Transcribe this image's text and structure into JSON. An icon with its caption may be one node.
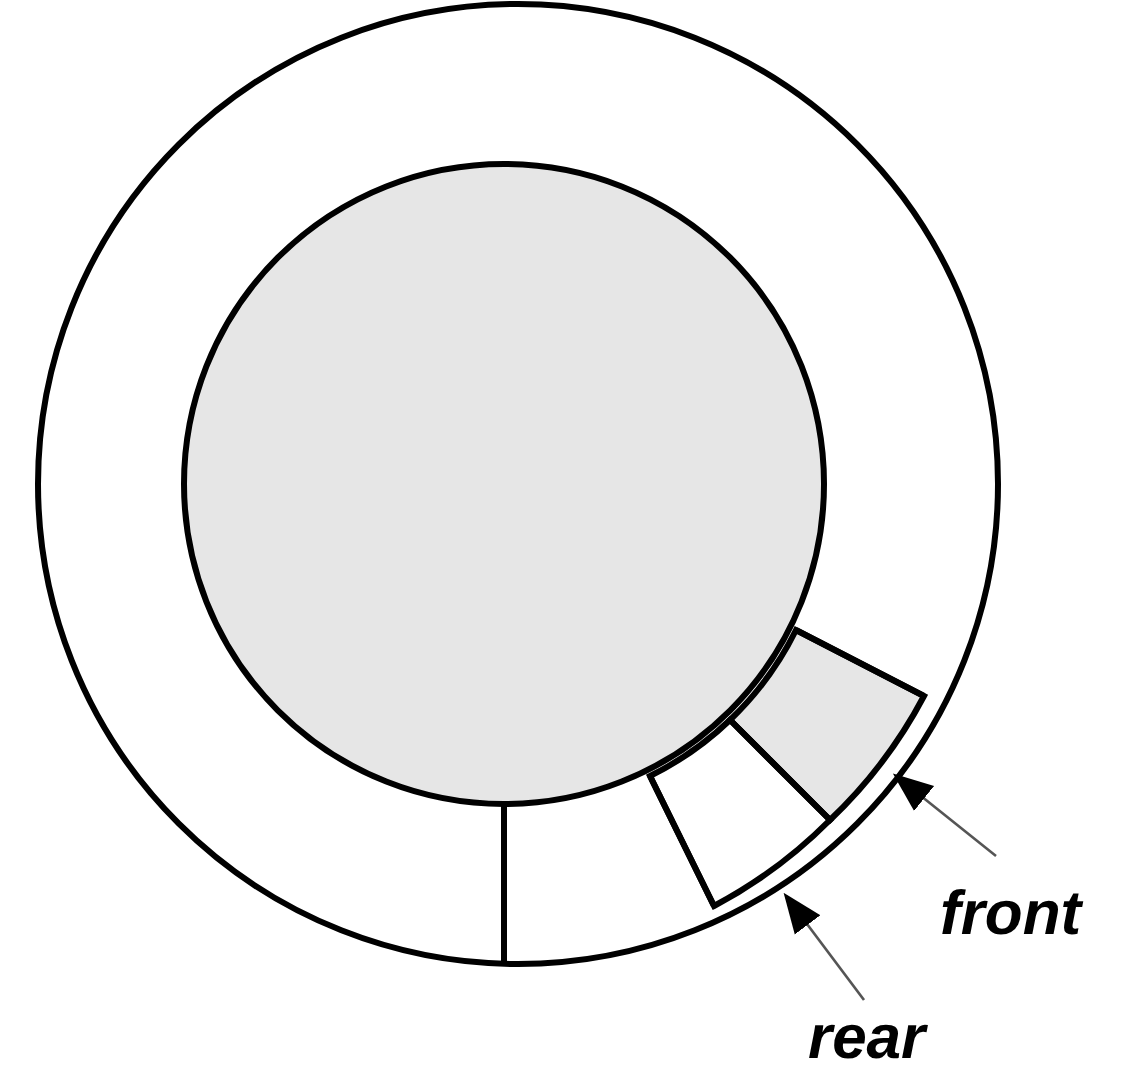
{
  "diagram": {
    "nodes": [
      {
        "text": [
          "front"
        ]
      },
      {
        "text": [
          "rear"
        ]
      },
      {
        "text": [],
        "shape": "box"
      },
      {
        "text": [],
        "shape": "box"
      }
    ],
    "edges": [
      {
        "from": 0,
        "to": 2,
        "arrow": "to"
      },
      {
        "from": 1,
        "to": 3,
        "arrow": "to"
      }
    ]
  }
}
